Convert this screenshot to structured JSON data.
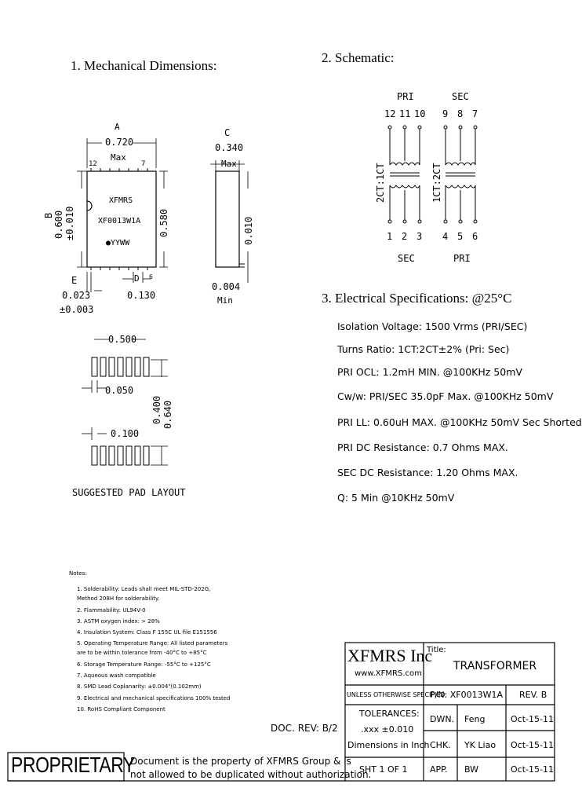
{
  "sections": {
    "mechanical": "1. Mechanical Dimensions:",
    "schematic": "2. Schematic:",
    "electrical": "3. Electrical Specifications: @25°C"
  },
  "mechanical": {
    "dim_a_label": "A",
    "dim_a_value": "0.720",
    "dim_a_max": "Max",
    "pin_left": "12",
    "pin_right": "7",
    "marking_line1": "XFMRS",
    "marking_line2": "XF0013W1A",
    "marking_line3": "●YYWW",
    "dim_b_label": "B",
    "dim_b_value": "0.600",
    "dim_b_tol": "±0.010",
    "dim_580": "0.580",
    "dim_c_label": "C",
    "dim_c_value": "0.340",
    "dim_c_max": "Max",
    "dim_010": "0.010",
    "dim_004": "0.004",
    "dim_004_min": "Min",
    "dim_e_label": "E",
    "dim_e_value": "0.023",
    "dim_e_tol": "±0.003",
    "dim_d_label": "D",
    "pin_6": "6",
    "dim_d_value": "0.130"
  },
  "pad_layout": {
    "dim_500": "0.500",
    "dim_050": "0.050",
    "dim_400": "0.400",
    "dim_640": "0.640",
    "dim_100": "0.100",
    "title": "SUGGESTED PAD LAYOUT"
  },
  "schematic": {
    "pri_top": "PRI",
    "sec_top": "SEC",
    "pins_top_left": [
      "12",
      "11",
      "10"
    ],
    "pins_top_right": [
      "9",
      "8",
      "7"
    ],
    "pins_bottom_left": [
      "1",
      "2",
      "3"
    ],
    "pins_bottom_right": [
      "4",
      "5",
      "6"
    ],
    "ratio_left": "2CT:1CT",
    "ratio_right": "1CT:2CT",
    "sec_bottom": "SEC",
    "pri_bottom": "PRI"
  },
  "electrical": {
    "specs": [
      "Isolation Voltage: 1500 Vrms (PRI/SEC)",
      "Turns Ratio: 1CT:2CT±2% (Pri: Sec)",
      "PRI OCL: 1.2mH MIN. @100KHz 50mV",
      "Cw/w: PRI/SEC 35.0pF Max. @100KHz 50mV",
      "PRI LL: 0.60uH MAX. @100KHz 50mV Sec Shorted",
      "PRI DC Resistance: 0.7 Ohms MAX.",
      "SEC DC Resistance: 1.20 Ohms MAX.",
      "Q: 5 Min @10KHz 50mV"
    ]
  },
  "notes": {
    "heading": "Notes:",
    "items": [
      "1. Solderability: Leads shall meet MIL-STD-202G,",
      "    Method 208H for solderability.",
      "2. Flammability: UL94V-0",
      "3. ASTM oxygen index: > 28%",
      "4. Insulation System: Class F 155C UL file E151556",
      "5. Operating Temperature Range: All listed parameters",
      "    are to be within tolerance from -40°C to +85°C",
      "6. Storage Temperature Range: -55°C to +125°C",
      "7. Aqueous wash compatible",
      "8. SMD Lead Coplanarity: ±0.004\"(0.102mm)",
      "9. Electrical and mechanical specifications 100% tested",
      "10. RoHS Compliant Component"
    ]
  },
  "doc_rev": "DOC. REV: B/2",
  "title_block": {
    "company": "XFMRS Inc",
    "website": "www.XFMRS.com",
    "title_label": "Title:",
    "title_value": "TRANSFORMER",
    "unless": "UNLESS OTHERWISE SPECIFIED",
    "pn": "P/N: XF0013W1A",
    "rev": "REV. B",
    "tolerances": "TOLERANCES:",
    "xxx": ".xxx ±0.010",
    "dimensions": "Dimensions in Inch",
    "dwn": "DWN.",
    "dwn_name": "Feng",
    "dwn_date": "Oct-15-11",
    "chk": "CHK.",
    "chk_name": "YK Liao",
    "chk_date": "Oct-15-11",
    "app": "APP.",
    "app_name": "BW",
    "app_date": "Oct-15-11",
    "sht": "SHT 1 OF 1"
  },
  "proprietary": {
    "label": "PROPRIETARY",
    "line1": "Document is the property of XFMRS Group & is",
    "line2": "not allowed to be duplicated without authorization."
  }
}
